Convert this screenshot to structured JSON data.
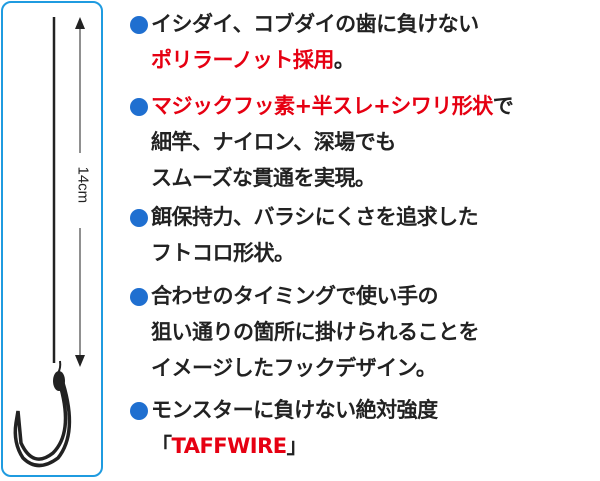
{
  "hook_panel": {
    "length_label": "14cm"
  },
  "features": [
    {
      "lines": [
        [
          {
            "t": "イシダイ、コブダイの歯に負けない",
            "red": false
          }
        ],
        [
          {
            "t": "ポリラーノット採用",
            "red": true
          },
          {
            "t": "。",
            "red": false
          }
        ]
      ]
    },
    {
      "lines": [
        [
          {
            "t": "マジックフッ素+半スレ+シワリ形状",
            "red": true
          },
          {
            "t": "で",
            "red": false
          }
        ],
        [
          {
            "t": "細竿、ナイロン、深場でも",
            "red": false
          }
        ],
        [
          {
            "t": "スムーズな貫通を実現。",
            "red": false
          }
        ]
      ]
    },
    {
      "lines": [
        [
          {
            "t": "餌保持力、バラシにくさを追求した",
            "red": false
          }
        ],
        [
          {
            "t": "フトコロ形状。",
            "red": false
          }
        ]
      ]
    },
    {
      "lines": [
        [
          {
            "t": "合わせのタイミングで使い手の",
            "red": false
          }
        ],
        [
          {
            "t": "狙い通りの箇所に掛けられることを",
            "red": false
          }
        ],
        [
          {
            "t": "イメージしたフックデザイン。",
            "red": false
          }
        ]
      ]
    },
    {
      "lines": [
        [
          {
            "t": "モンスターに負けない絶対強度",
            "red": false
          }
        ],
        [
          {
            "t": "「",
            "red": false
          },
          {
            "t": "TAFFWIRE",
            "red": true
          },
          {
            "t": "」",
            "red": false
          }
        ]
      ]
    }
  ],
  "colors": {
    "accent_red": "#e60012",
    "bullet_blue": "#1f6fd0",
    "border_blue": "#1f9be0"
  }
}
